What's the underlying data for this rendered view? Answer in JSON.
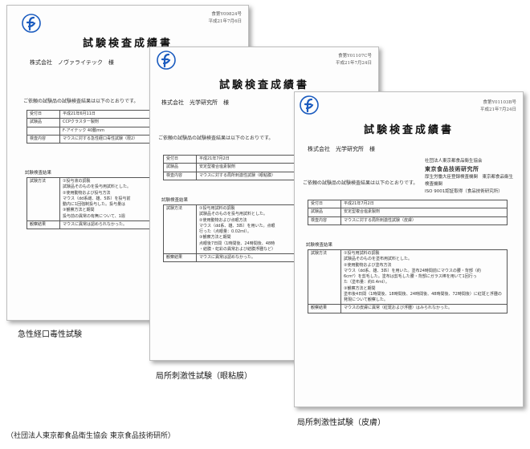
{
  "documents": [
    {
      "doc_no": "食第Y09824号",
      "date": "平成21年7月6日",
      "title": "試験検査成績書",
      "addressee": "株式会社　ノヴァライテック　様",
      "intro": "ご依頼の試験品の試験検査結果は以下のとおりです。",
      "info_rows": [
        {
          "key": "受付日",
          "value": "平成21年6月11日"
        },
        {
          "key": "試験品",
          "value": "CCPクラスター製剤"
        },
        {
          "key": "",
          "value": "F-アイテック 40動mm"
        },
        {
          "key": "検査内容",
          "value": "マウスに対する急性経口毒性試験（限2）"
        }
      ],
      "results_heading": "試験検査結果",
      "result_rows": [
        {
          "key": "試験方法",
          "lines": [
            "①投与液の調製",
            "試験品そのものを投与用試料とした。",
            "②使用動物および投与方法",
            "マウス（dd系雌、雄、5匹）を投与前",
            "動内に1回強制投与した。投与量は",
            "③観察方法と期間",
            "投与前の異常の有無について、1週"
          ]
        },
        {
          "key": "観察結果",
          "lines": [
            "マウスに異常は認められなかった。"
          ]
        }
      ]
    },
    {
      "doc_no": "食第Y01107C号",
      "date": "平成21年7月24日",
      "title": "試験検査成績書",
      "addressee": "株式会社　光学研究所　様",
      "intro": "ご依頼の試験品の試験検査結果は以下のとおりです。",
      "info_rows": [
        {
          "key": "受付日",
          "value": "平成21年7月2日"
        },
        {
          "key": "試験品",
          "value": "安定型複合塩素製剤"
        },
        {
          "key": "検査内容",
          "value": "マウスに対する局所刺激性試験（眼粘膜）"
        }
      ],
      "results_heading": "試験検査結果",
      "result_rows": [
        {
          "key": "試験方法",
          "lines": [
            "①投与用試料の調製",
            "試験品そのものを投与用試料とした。",
            "②使用動物および点眼方法",
            "マウス（dd系、雄、3匹）を用いた。点眼",
            "行った（点眼量：0.02ml）。",
            "③観察方法と期間",
            "点眼後7日間（1時間後、24時間後、48時",
            "・結膜・虹彩の異常および結膜浮腫など）"
          ]
        },
        {
          "key": "観察結果",
          "lines": [
            "マウスに異常は認めなかった。"
          ]
        }
      ]
    },
    {
      "doc_no": "食第Y01103B号",
      "date": "平成21年7月24日",
      "title": "試験検査成績書",
      "addressee": "株式会社　光学研究所　様",
      "intro": "ご依頼の試験品の試験検査結果は以下のとおりです。",
      "org": {
        "line1": "社団法人東京都食品衛生協会",
        "name": "東京食品技術研究所",
        "line3": "厚生労働大臣登録検査機関　東京都食品衛生検査機関",
        "line4": "ISO 9001認証取得（食品技術研究所）"
      },
      "info_rows": [
        {
          "key": "受付日",
          "value": "平成21年7月2日"
        },
        {
          "key": "試験品",
          "value": "安定型複合塩素製剤"
        },
        {
          "key": "検査内容",
          "value": "マウスに対する局所刺激性試験（皮膚）"
        }
      ],
      "results_heading": "試験検査結果",
      "result_rows": [
        {
          "key": "試験方法",
          "lines": [
            "①投与用試料の調製",
            "試験品そのものを塗布用試料とした。",
            "②使用動物および塗布方法",
            "マウス（dd系、雄、3匹）を用いた。塗布24時間前にマウスの腰・背部（約",
            "6cm²）を剪毛した。塗布は剪毛した腰・背部にガラス棒を用いて1回行っ",
            "た（塗布量：約0.4ml）。",
            "③観察方法と期間",
            "塗布後4日間（1時間後、18時間後、24時間後、48時間後、72時間後）に紅斑と浮腫の",
            "発現について観察した。"
          ]
        },
        {
          "key": "観察結果",
          "lines": [
            "マウスの皮膚に異常（紅斑および浮腫）はみられなかった。"
          ]
        }
      ]
    }
  ],
  "captions": {
    "doc1": "急性経口毒性試験",
    "doc2": "局所刺激性試験（眼粘膜）",
    "doc3": "局所刺激性試験（皮膚）"
  },
  "source": "（社団法人東京都食品衛生協会 東京食品技術研所）",
  "colors": {
    "logo_blue": "#1a5bbf"
  }
}
